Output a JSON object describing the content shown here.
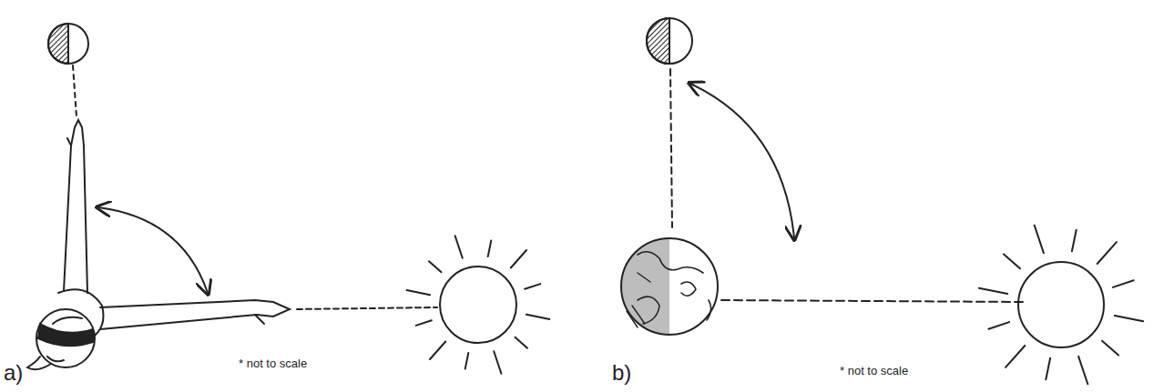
{
  "diagram": {
    "labels": [
      "a)",
      "* not to scale",
      "b)",
      "* not to scale"
    ]
  }
}
